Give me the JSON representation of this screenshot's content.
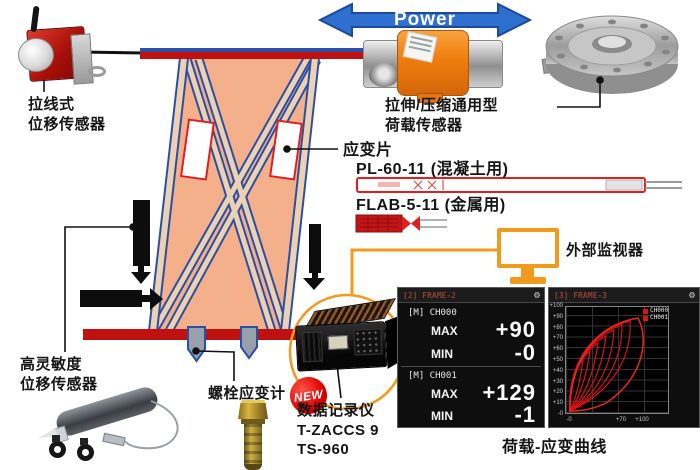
{
  "power_arrow": {
    "label": "Power"
  },
  "callouts": {
    "pull_wire_sensor": {
      "line1": "拉线式",
      "line2": "位移传感器"
    },
    "universal_load_cell": {
      "line1": "拉伸/压缩通用型",
      "line2": "荷载传感器"
    },
    "strain_gauge": "应变片",
    "strain_gauge_concrete": "PL-60-11 (混凝土用)",
    "strain_gauge_metal": "FLAB-5-11 (金属用)",
    "external_monitor": "外部监视器",
    "high_sensitivity_sensor": {
      "line1": "高灵敏度",
      "line2": "位移传感器"
    },
    "bolt_strain_gauge": "螺栓应变计",
    "data_logger": {
      "badge": "NEW",
      "name": "数据记录仪",
      "model1": "T-ZACCS 9",
      "model2": "TS-960"
    },
    "curve_caption": "荷载-应变曲线"
  },
  "numeric_screen": {
    "title": "[2] FRAME-2",
    "channels": [
      {
        "id": "[M] CH000",
        "max_label": "MAX",
        "max_value": "+90",
        "min_label": "MIN",
        "min_value": "-0"
      },
      {
        "id": "[M] CH001",
        "max_label": "MAX",
        "max_value": "+129",
        "min_label": "MIN",
        "min_value": "-1"
      }
    ]
  },
  "graph_screen": {
    "title": "[3] FRAME-3",
    "legend": [
      "CH000",
      "CH001"
    ],
    "y_ticks": [
      "+100",
      "+90",
      "+80",
      "+70",
      "+60",
      "+50",
      "+40",
      "+30",
      "+20",
      "+10",
      "-0"
    ],
    "x_ticks": [
      "-0",
      "+70",
      "+100"
    ]
  },
  "chart_data": {
    "type": "line",
    "subtype": "hysteresis-loops",
    "title": "[3] FRAME-3",
    "legend": [
      "CH000",
      "CH001"
    ],
    "legend_position": "top-right",
    "grid": true,
    "background": "#000000",
    "curve_color": "#dd1111",
    "x_ticks": [
      "-0",
      "+70",
      "+100"
    ],
    "y_ticks": [
      "+100",
      "+90",
      "+80",
      "+70",
      "+60",
      "+50",
      "+40",
      "+30",
      "+20",
      "+10",
      "-0"
    ],
    "xlim": [
      0,
      100
    ],
    "ylim": [
      0,
      100
    ],
    "series": [
      {
        "name": "CH000/CH001 load-strain loops",
        "loops": 8,
        "envelope_points": [
          [
            0,
            0
          ],
          [
            10,
            25
          ],
          [
            20,
            45
          ],
          [
            35,
            62
          ],
          [
            50,
            75
          ],
          [
            65,
            86
          ],
          [
            75,
            92
          ],
          [
            80,
            95
          ]
        ]
      }
    ]
  },
  "colors": {
    "accent_orange": "#f09a1e",
    "beam_red": "#c01010",
    "brace_blue": "#2a4fa8",
    "panel_peach": "#f3b08a",
    "arrow_blue": "#2e6fd0",
    "curve_red": "#dd1111",
    "new_badge_red": "#e00000"
  },
  "icons": {
    "settings": "⚙"
  }
}
